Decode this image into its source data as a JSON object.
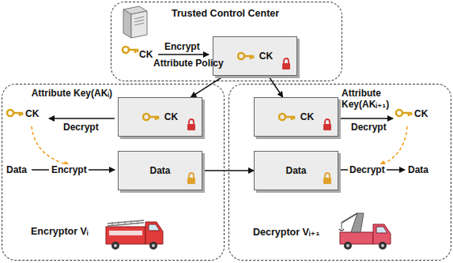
{
  "diagram": {
    "nodes": [
      {
        "text": [
          "Trusted Control Center"
        ]
      },
      {
        "text": [
          "CK"
        ],
        "in": 0
      },
      {
        "text": [
          "Encryptor Vᵢ"
        ]
      },
      {
        "text": [
          "CK"
        ],
        "in": 2
      },
      {
        "text": [
          "Data"
        ],
        "in": 2
      },
      {
        "text": [
          "Decryptor Vᵢ₊₁"
        ]
      },
      {
        "text": [
          "CK"
        ],
        "in": 5
      },
      {
        "text": [
          "Data"
        ],
        "in": 5
      }
    ],
    "edges": [
      {
        "from": 1,
        "to": 3,
        "arrow": "to"
      },
      {
        "from": 1,
        "to": 6,
        "arrow": "to"
      },
      {
        "from": 4,
        "to": 7,
        "arrow": "to"
      }
    ],
    "labels": [
      "CK",
      "Encrypt",
      "Attribute Policy",
      "Attribute Key(AKᵢ)",
      "Decrypt",
      "CK",
      "Data",
      "Encrypt",
      "Attribute Key(AKᵢ₊₁)",
      "Decrypt",
      "CK",
      "Decrypt",
      "Data"
    ]
  }
}
